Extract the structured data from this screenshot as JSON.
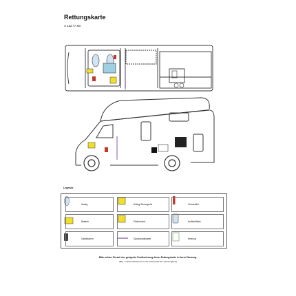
{
  "header": {
    "title": "Rettungskarte",
    "subtitle": "A 132 / A 60"
  },
  "legend": {
    "title": "Legende",
    "items": [
      {
        "label": "Airbag",
        "icon": "airbag-icon"
      },
      {
        "label": "Airbag-Steuergerät",
        "icon": "airbag-control-unit-icon"
      },
      {
        "label": "Gurtstraffer",
        "icon": "seatbelt-tensioner-icon"
      },
      {
        "label": "Batterie",
        "icon": "battery-icon"
      },
      {
        "label": "Elektroblock",
        "icon": "electro-block-icon"
      },
      {
        "label": "Kraftstofftank",
        "icon": "fuel-tank-icon"
      },
      {
        "label": "Gasflaschen",
        "icon": "gas-bottles-icon"
      },
      {
        "label": "Gasdruckdämpfer",
        "icon": "gas-damper-icon"
      },
      {
        "label": "Heizung",
        "icon": "heater-icon"
      }
    ]
  },
  "footer": {
    "note": "Bitte achten Sie auf eine geeignete Positionierung dieser Rettungskarte in Ihrem Fahrzeug.",
    "hint": "(Bsp.: mittels Sichtschutz an der Fahrerseite der Fahrzeugfront)"
  },
  "colors": {
    "airbag": "#cfe3f3",
    "yellow": "#f2df2a",
    "red": "#c0392b",
    "line": "#333333"
  }
}
